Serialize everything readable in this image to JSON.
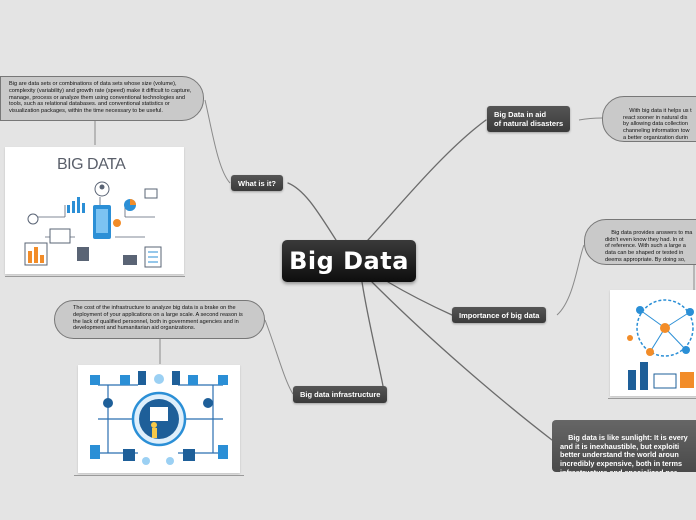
{
  "central_topic": {
    "title": "Big Data"
  },
  "topics": {
    "what_is_it": {
      "label": "What is it?"
    },
    "natural_disasters": {
      "label": "Big Data in aid\nof natural disasters"
    },
    "importance": {
      "label": "Importance of big data"
    },
    "infrastructure": {
      "label": "Big data infrastructure"
    },
    "sunlight": {
      "text": "Big data is like sunlight: It is every\nand it is inexhaustible, but exploiti\nbetter understand the world aroun\nincredibly expensive, both in terms\ninfrastructure and specialized per"
    }
  },
  "notes": {
    "what_is_it": "Big are data sets or combinations of data sets whose size (volume), complexity (variability) and growth rate (speed) make it difficult to capture, manage, process or analyze them using conventional technologies and tools, such as relational databases. and conventional statistics or visualization packages, within the time necessary to be useful.",
    "natural_disasters": "With big data it helps us t\nreact sooner in natural dis\nby allowing data collection\nchanneling information tow\na better organization durin\ncatastrophic event.",
    "importance": "Big data provides answers to ma\ndidn't even know they had. In ot\nof reference. With such a large a\ndata can be shaped or tested in\ndeems appropriate. By doing so,\nidentify problems in a more und",
    "infrastructure": "The cost of the infrastructure to analyze big data is a brake on the deployment of your applications on a large scale. A second reason is the lack of qualified personnel, both in government agencies and in development and humanitarian aid organizations."
  },
  "images": {
    "big_data_illustration": {
      "title": "BIG DATA"
    }
  },
  "colors": {
    "background": "#e4e4e4",
    "topic_fill": "#454545",
    "bubble_fill": "#c9c9c9",
    "connector": "#6b6b6b",
    "accent_blue": "#2b8fd6",
    "accent_orange": "#f28c28"
  }
}
